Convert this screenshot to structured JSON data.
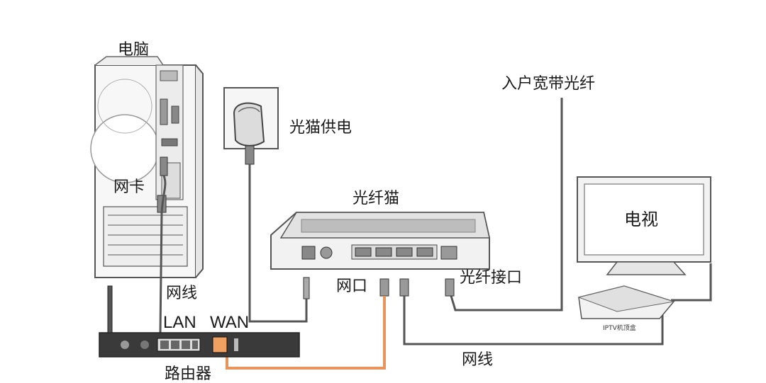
{
  "labels": {
    "computer": "电脑",
    "modem_power": "光猫供电",
    "fiber_in": "入户宽带光纤",
    "network_card": "网卡",
    "optical_modem": "光纤猫",
    "tv": "电视",
    "cable_left": "网线",
    "network_port": "网口",
    "fiber_port": "光纤接口",
    "lan": "LAN",
    "wan": "WAN",
    "router": "路由器",
    "cable_bottom": "网线",
    "iptv_box": "IPTV机顶盒"
  },
  "colors": {
    "line": "#555555",
    "device_fill": "#f2f2f2",
    "device_dark": "#3a3a3a",
    "wan_cable": "#e8935a"
  }
}
